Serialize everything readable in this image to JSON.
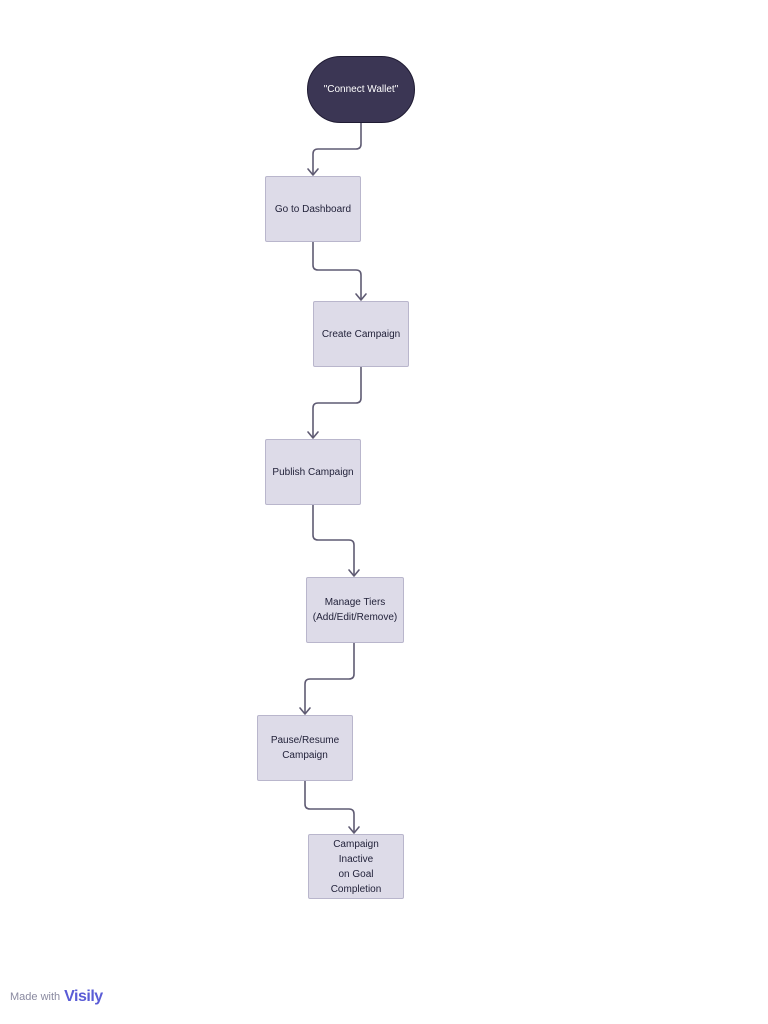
{
  "diagram": {
    "type": "flowchart",
    "nodes": [
      {
        "id": "n1",
        "label": "\"Connect Wallet\"",
        "shape": "pill"
      },
      {
        "id": "n2",
        "label": "Go to Dashboard",
        "shape": "rect"
      },
      {
        "id": "n3",
        "label": "Create Campaign",
        "shape": "rect"
      },
      {
        "id": "n4",
        "label": "Publish Campaign",
        "shape": "rect"
      },
      {
        "id": "n5",
        "label": "Manage Tiers\n(Add/Edit/Remove)",
        "shape": "rect"
      },
      {
        "id": "n6",
        "label": "Pause/Resume\nCampaign",
        "shape": "rect"
      },
      {
        "id": "n7",
        "label": "Campaign Inactive\non Goal\nCompletion",
        "shape": "rect"
      }
    ],
    "edges": [
      {
        "from": "n1",
        "to": "n2"
      },
      {
        "from": "n2",
        "to": "n3"
      },
      {
        "from": "n3",
        "to": "n4"
      },
      {
        "from": "n4",
        "to": "n5"
      },
      {
        "from": "n5",
        "to": "n6"
      },
      {
        "from": "n6",
        "to": "n7"
      }
    ],
    "colors": {
      "start_fill": "#3b3654",
      "node_fill": "#dddbe8",
      "node_border": "#b9b6cc",
      "edge": "#5f5b73"
    }
  },
  "watermark": {
    "text": "Made with",
    "logo_text": "Visily"
  }
}
